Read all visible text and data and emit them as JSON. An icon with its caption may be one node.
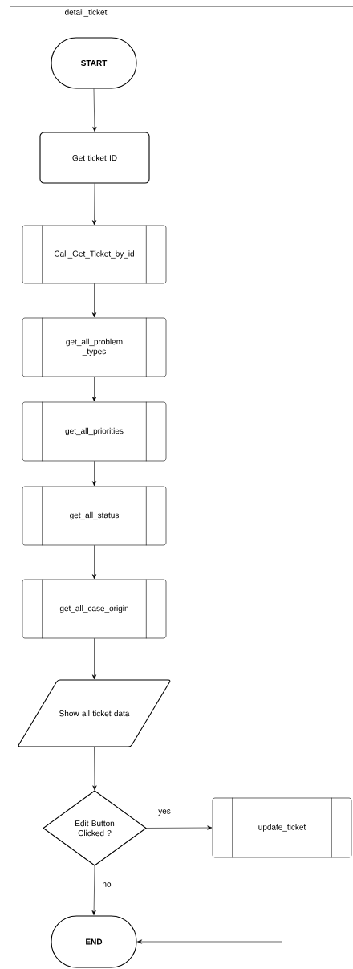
{
  "diagram": {
    "title": "detail_ticket",
    "nodes": [
      {
        "text": [
          "START"
        ]
      },
      {
        "text": [
          "Get ticket ID"
        ]
      },
      {
        "text": [
          "Call_Get_Ticket_by_id"
        ]
      },
      {
        "text": [
          "get_all_problem _types"
        ]
      },
      {
        "text": [
          "get_all_priorities"
        ]
      },
      {
        "text": [
          "get_all_status"
        ]
      },
      {
        "text": [
          "get_all_case_origin"
        ]
      },
      {
        "text": [
          "Show all ticket data"
        ]
      },
      {
        "text": [
          "Edit Button Clicked ?"
        ]
      },
      {
        "text": [
          "update_ticket"
        ]
      },
      {
        "text": [
          "END"
        ]
      }
    ],
    "edges": [
      {
        "from": 0,
        "to": 1,
        "arrow": "to"
      },
      {
        "from": 1,
        "to": 2,
        "arrow": "to"
      },
      {
        "from": 2,
        "to": 3,
        "arrow": "to"
      },
      {
        "from": 3,
        "to": 4,
        "arrow": "to"
      },
      {
        "from": 4,
        "to": 5,
        "arrow": "to"
      },
      {
        "from": 5,
        "to": 6,
        "arrow": "to"
      },
      {
        "from": 6,
        "to": 7,
        "arrow": "to"
      },
      {
        "from": 7,
        "to": 8,
        "arrow": "to"
      },
      {
        "from": 8,
        "to": 9,
        "arrow": "to",
        "label": "yes"
      },
      {
        "from": 8,
        "to": 10,
        "arrow": "to",
        "label": "no"
      },
      {
        "from": 9,
        "to": 10,
        "arrow": "to"
      }
    ]
  }
}
